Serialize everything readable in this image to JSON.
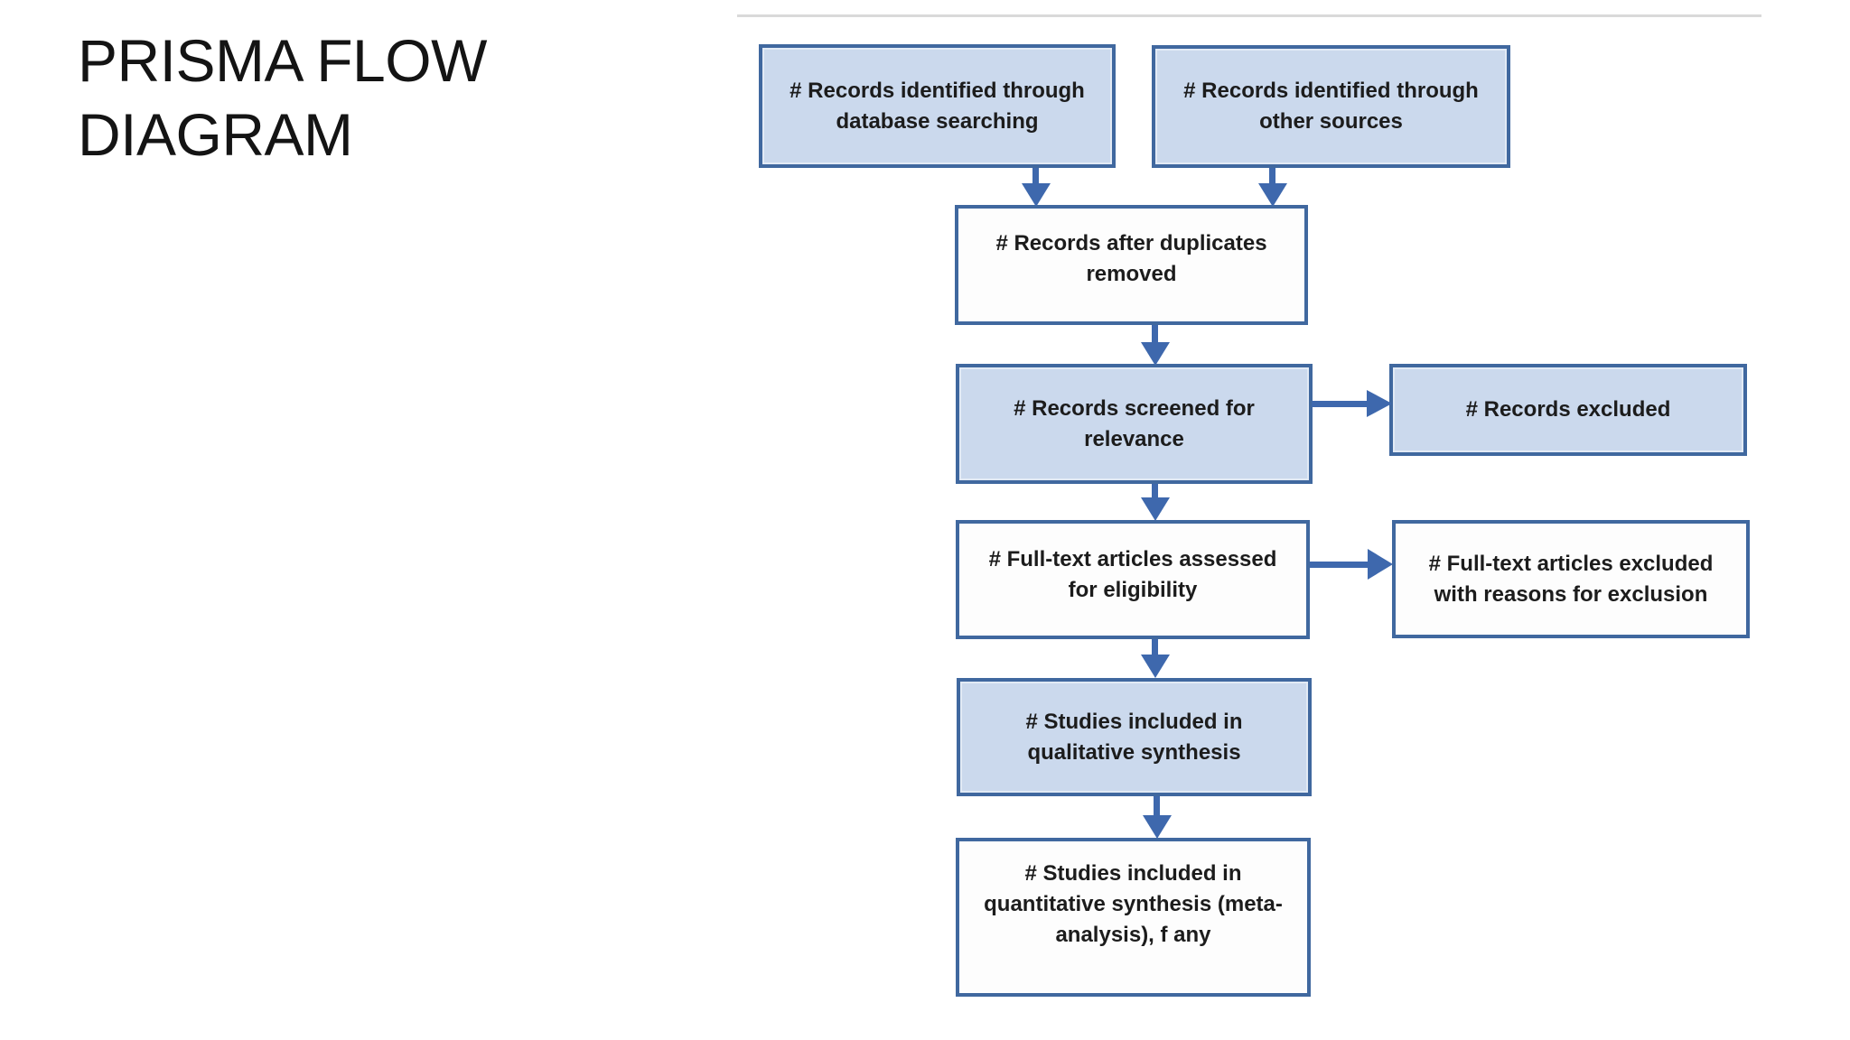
{
  "title": {
    "line1": "PRISMA FLOW",
    "line2": "DIAGRAM"
  },
  "diagram": {
    "nodes": [
      {
        "fill": "blue",
        "lines": [
          "# Records identified through",
          "database searching"
        ]
      },
      {
        "fill": "blue",
        "lines": [
          "# Records identified through",
          "other sources"
        ]
      },
      {
        "fill": "white",
        "lines": [
          "# Records after duplicates",
          "removed"
        ]
      },
      {
        "fill": "blue",
        "lines": [
          "# Records screened for",
          "relevance"
        ]
      },
      {
        "fill": "blue",
        "lines": [
          "# Records excluded"
        ]
      },
      {
        "fill": "white",
        "lines": [
          "# Full-text articles assessed",
          "for eligibility"
        ]
      },
      {
        "fill": "white",
        "lines": [
          "# Full-text articles excluded",
          "with reasons for exclusion"
        ]
      },
      {
        "fill": "blue",
        "lines": [
          "# Studies included in",
          "qualitative synthesis"
        ]
      },
      {
        "fill": "white",
        "lines": [
          "# Studies included in",
          "quantitative synthesis (meta-",
          "analysis), f any"
        ]
      }
    ],
    "colors": {
      "node_fill_blue": "#cbd9ed",
      "node_fill_white": "#fdfdfd",
      "node_border": "#40689f",
      "arrow": "#3e68ad",
      "divider": "#d9d9d9",
      "node_text": "#1c1c1c",
      "title_text": "#141414",
      "background": "#ffffff"
    }
  }
}
